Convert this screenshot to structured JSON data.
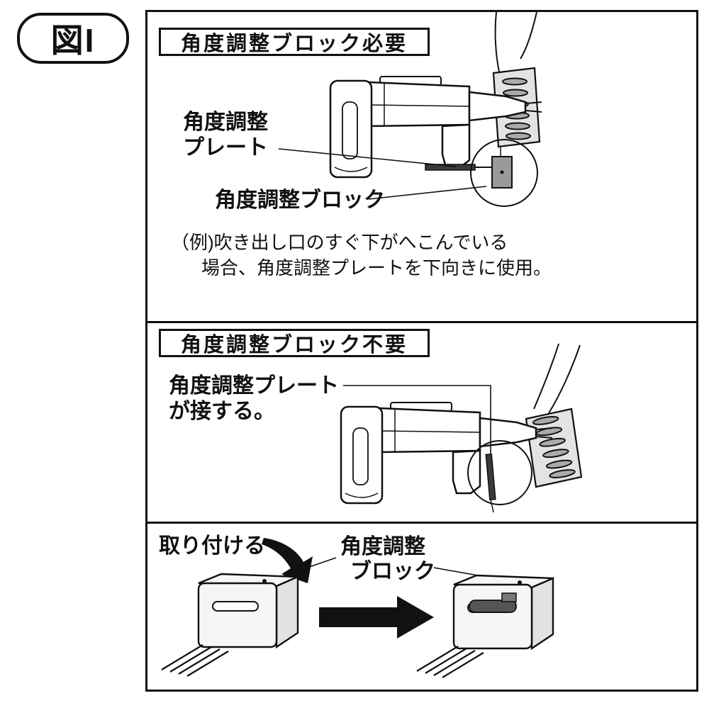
{
  "figure_label": "図I",
  "section1": {
    "title": "角度調整ブロック必要",
    "plate_label_line1": "角度調整",
    "plate_label_line2": "プレート",
    "block_label": "角度調整ブロック",
    "note_line1": "（例)吹き出し口のすぐ下がへこんでいる",
    "note_line2": "場合、角度調整プレートを下向きに使用。"
  },
  "section2": {
    "title": "角度調整ブロック不要",
    "label_line1": "角度調整プレート",
    "label_line2": "が接する。"
  },
  "section3": {
    "attach_label": "取り付ける",
    "block_label_line1": "角度調整",
    "block_label_line2": "ブロック"
  },
  "colors": {
    "line": "#111111",
    "panel_fill": "#e3e3e3",
    "block_fill": "#9a9a9a",
    "plate_fill": "#3a3a3a",
    "arrow_fill": "#111111"
  }
}
